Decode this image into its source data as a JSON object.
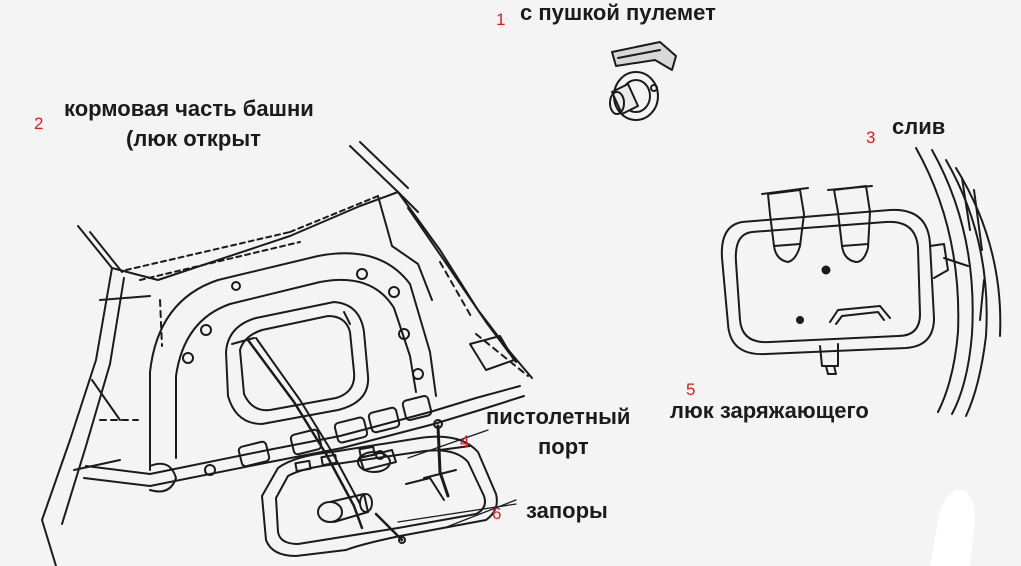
{
  "labels": {
    "gun_mg": "с пушкой пулемет",
    "turret_rear_line1": "кормовая часть башни",
    "turret_rear_line2": "(люк открыт",
    "drain": "слив",
    "pistol_port_line1": "пистолетный",
    "pistol_port_line2": "порт",
    "loader_hatch": "люк заряжающего",
    "latches": "запоры"
  },
  "numbers": {
    "n1": "1",
    "n2": "2",
    "n3": "3",
    "n4": "4",
    "n5": "5",
    "n6": "6"
  },
  "colors": {
    "ink": "#1b1b1b",
    "paper": "#f4f4f4",
    "marker_red": "#d42020"
  }
}
